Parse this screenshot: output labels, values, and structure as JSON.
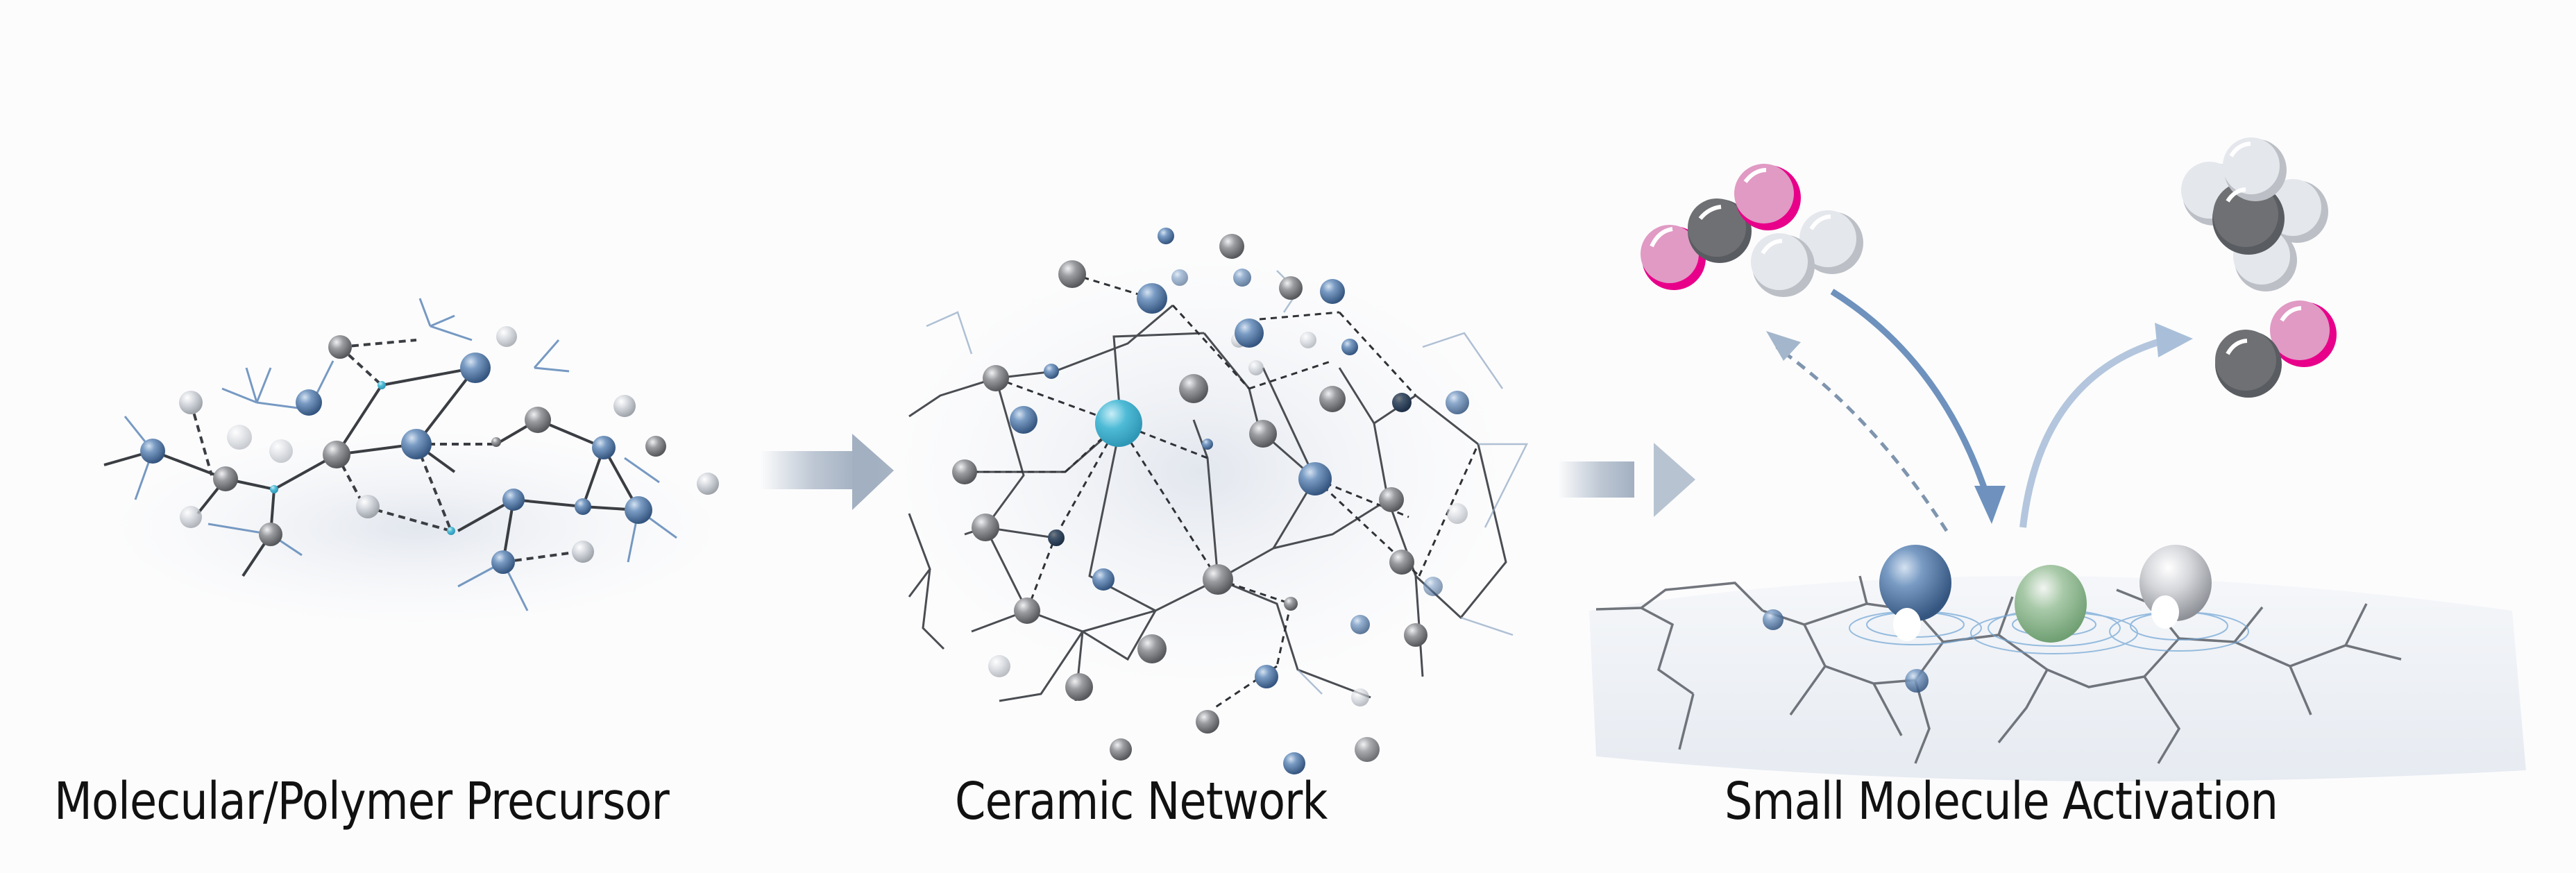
{
  "figure": {
    "stages": [
      {
        "id": "precursor",
        "label": "Molecular/Polymer Precursor"
      },
      {
        "id": "ceramic",
        "label": "Ceramic Network"
      },
      {
        "id": "activation",
        "label": "Small Molecule Activation"
      }
    ],
    "transition_arrows": [
      {
        "from": "precursor",
        "to": "ceramic"
      },
      {
        "from": "ceramic",
        "to": "activation"
      }
    ],
    "molecules": {
      "reactants": [
        {
          "name": "CO2",
          "atoms": [
            "O",
            "C",
            "O"
          ]
        },
        {
          "name": "H2",
          "atoms": [
            "H",
            "H"
          ]
        }
      ],
      "products": [
        {
          "name": "CH4",
          "atoms": [
            "C",
            "H",
            "H",
            "H",
            "H"
          ]
        },
        {
          "name": "CO",
          "atoms": [
            "C",
            "O"
          ]
        }
      ]
    },
    "surface_sites": [
      "blue",
      "green",
      "silver"
    ],
    "colors": {
      "oxygen": "#e090c0",
      "oxygen_rim": "#e8008a",
      "carbon": "#6b6d70",
      "hydrogen": "#e4e7ec",
      "blue_atom": "#4f78a8",
      "gray_atom": "#8a8c90",
      "highlight_atom": "#4db8d4",
      "green_site": "#8cba8c",
      "arrow": "#a9b6c6",
      "curve_arrow": "#6e92bd"
    }
  }
}
